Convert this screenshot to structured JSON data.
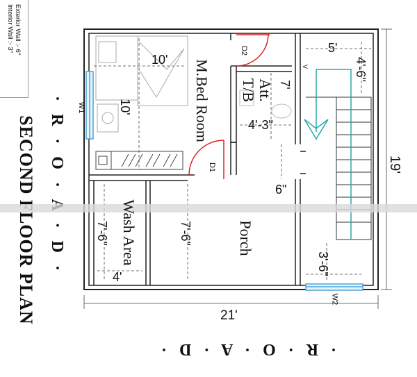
{
  "legend": {
    "exterior_wall": "Exterior Wall :-  6\"",
    "interior_wall": "Interior Wall :-  3\""
  },
  "title": "SECOND FLOOR PLAN",
  "road_left": "· R · O · A · D ·",
  "road_bottom": "· R · O · A · D ·",
  "rooms": {
    "master_bed": "M.Bed Room",
    "att_tb_line1": "Att.",
    "att_tb_line2": "T/B",
    "porch": "Porch",
    "wash_area": "Wash Area"
  },
  "dimensions": {
    "bed_width": "10'",
    "bed_depth": "10'",
    "tb_depth": "7'",
    "tb_width": "4'-3\"",
    "stair_width": "5'",
    "stair_landing": "4'-6\"",
    "gap": "6\"",
    "porch_depth": "7'-6\"",
    "wash_depth": "7'-6\"",
    "wash_width": "4'",
    "stair_lower": "3'-6\"",
    "total_width": "21'",
    "total_depth": "19'"
  },
  "openings": {
    "door_d1": "D1",
    "door_d2": "D2",
    "window_w1": "W1",
    "window_w2": "W2",
    "vent_v": "V"
  }
}
